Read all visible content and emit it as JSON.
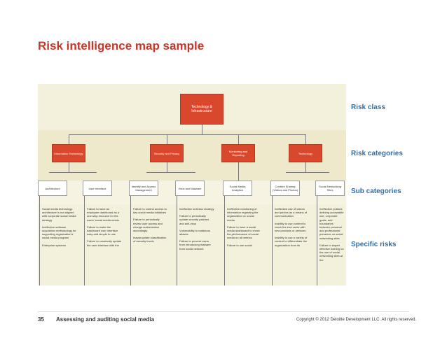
{
  "title": "Risk intelligence map sample",
  "map": {
    "root": "Technology & Infrastructure",
    "categories": [
      "Information Technology",
      "Security and Privacy",
      "Monitoring and Reporting",
      "Technology"
    ],
    "subcategories": [
      "Architecture",
      "User Interface",
      "Identify and Access Management",
      "Virus and Malware",
      "Social Media Analytics",
      "Content Sharing (Videos and Photos)",
      "Social Networking Sites"
    ],
    "risks": [
      [
        "Social media technology architecture is not aligned with corporate social media strategy",
        "Ineffective software acquisition methodology for supporting organization's social media program",
        "Enterprise systems"
      ],
      [
        "Failure to have an employee dashboard as a one-stop resource for the users' social media needs",
        "Failure to make the dashboard user interface easy and simple to use",
        "Failure to constantly update the user interface with the"
      ],
      [
        "Failure to control access to key social media initiatives",
        "Failure to periodically review user access and change authorization accordingly",
        "Inappropriate classification of security levels"
      ],
      [
        "Ineffective antivirus strategy",
        "Failure to periodically update security patches and anti-virus",
        "Vulnerability to malicious attacks",
        "Failure to prevent users from introducing malware from social network"
      ],
      [
        "Ineffective monitoring of information regarding the organization on social media",
        "Failure to have a social media dashboard to check the performance of social media on all metrics",
        "Failure to use social"
      ],
      [
        "Ineffective use of videos and photos as a means of communication",
        "Inability to use content to reach the end users with new products or services",
        "Inability to use a variety of content to differentiate the organization from its"
      ],
      [
        "Ineffective policies defining acceptable use, corporate goals, and boundaries between personal and professional presence on social networking sites",
        "Failure to impart effective training on the use of social networking sites at the"
      ]
    ]
  },
  "labels": {
    "class": "Risk class",
    "categories": "Risk categories",
    "subcategories": "Sub categories",
    "specific": "Specific risks"
  },
  "footer": {
    "page": "35",
    "title": "Assessing and auditing social media",
    "copyright": "Copyright © 2012 Deloitte Development LLC. All rights reserved."
  },
  "colors": {
    "title": "#c0392b",
    "box": "#d9482d",
    "label": "#2f6fa8"
  }
}
